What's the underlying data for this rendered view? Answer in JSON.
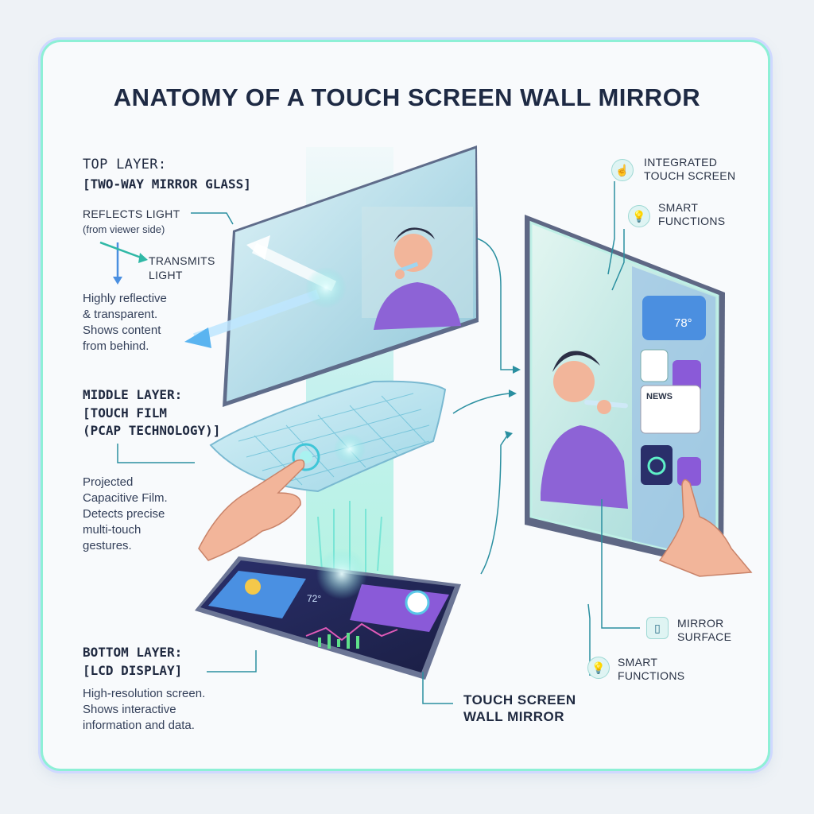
{
  "title": "ANATOMY OF A TOUCH SCREEN WALL MIRROR",
  "top_layer": {
    "heading_line1": "TOP LAYER:",
    "heading_line2": "[TWO-WAY MIRROR GLASS]",
    "reflects_title": "REFLECTS LIGHT",
    "reflects_sub": "(from viewer side)",
    "transmits_line1": "TRANSMITS",
    "transmits_line2": "LIGHT",
    "desc": [
      "Highly reflective",
      "& transparent.",
      "Shows content",
      "from behind."
    ]
  },
  "middle_layer": {
    "heading_line1": "MIDDLE LAYER:",
    "heading_line2": "[TOUCH FILM",
    "heading_line3": "(PCAP TECHNOLOGY)]",
    "desc": [
      "Projected",
      "Capacitive Film.",
      "Detects precise",
      "multi-touch",
      "gestures."
    ]
  },
  "bottom_layer": {
    "heading_line1": "BOTTOM LAYER:",
    "heading_line2": "[LCD DISPLAY]",
    "desc": [
      "High-resolution screen.",
      "Shows interactive",
      "information and data."
    ]
  },
  "callouts": {
    "integrated_line1": "INTEGRATED",
    "integrated_line2": "TOUCH SCREEN",
    "smart_top_line1": "SMART",
    "smart_top_line2": "FUNCTIONS",
    "mirror_line1": "MIRROR",
    "mirror_line2": "SURFACE",
    "smart_bottom_line1": "SMART",
    "smart_bottom_line2": "FUNCTIONS",
    "wall_mirror_line1": "TOUCH SCREEN",
    "wall_mirror_line2": "WALL MIRROR"
  },
  "screen_widgets": {
    "lcd_temp": "72°",
    "mirror_temp": "78°",
    "news_label": "NEWS"
  },
  "icons": {
    "integrated": "touch-hand-icon",
    "smart_top": "lightbulb-icon",
    "mirror": "tablet-icon",
    "smart_bottom": "lightbulb-icon"
  },
  "colors": {
    "accent_teal": "#2fb8a6",
    "accent_blue": "#3f8fe0",
    "accent_purple": "#8a5ad8",
    "frame_glow": "#8ef0d6"
  }
}
